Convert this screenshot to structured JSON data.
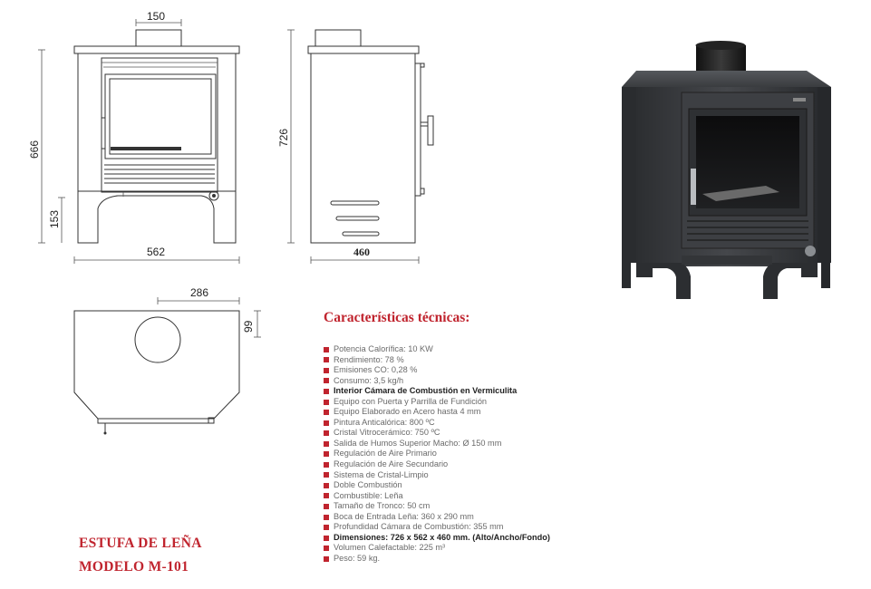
{
  "dimensions": {
    "flue_width": "150",
    "total_height": "666",
    "leg_height": "153",
    "front_width": "562",
    "side_height": "726",
    "side_depth": "460",
    "top_offset": "286",
    "top_depth": "99"
  },
  "specs": {
    "title": "Características técnicas:",
    "items": [
      {
        "text": "Potencia Calorífica: 10 KW",
        "bold": false
      },
      {
        "text": "Rendimiento: 78 %",
        "bold": false
      },
      {
        "text": "Emisiones CO: 0,28 %",
        "bold": false
      },
      {
        "text": "Consumo: 3,5 kg/h",
        "bold": false
      },
      {
        "text": "Interior Cámara de Combustión en Vermiculita",
        "bold": true
      },
      {
        "text": "Equipo con Puerta y Parrilla de Fundición",
        "bold": false
      },
      {
        "text": "Equipo Elaborado en Acero hasta 4 mm",
        "bold": false
      },
      {
        "text": "Pintura Anticalórica: 800 ºC",
        "bold": false
      },
      {
        "text": "Cristal Vitrocerámico: 750 ºC",
        "bold": false
      },
      {
        "text": "Salida de Humos Superior  Macho: Ø 150 mm",
        "bold": false
      },
      {
        "text": "Regulación de Aire Primario",
        "bold": false
      },
      {
        "text": "Regulación  de Aire Secundario",
        "bold": false
      },
      {
        "text": "Sistema de Cristal-Limpio",
        "bold": false
      },
      {
        "text": "Doble Combustión",
        "bold": false
      },
      {
        "text": "Combustible: Leña",
        "bold": false
      },
      {
        "text": "Tamaño de Tronco: 50 cm",
        "bold": false
      },
      {
        "text": "Boca de Entrada Leña: 360 x 290 mm",
        "bold": false
      },
      {
        "text": "Profundidad Cámara de Combustión: 355 mm",
        "bold": false
      },
      {
        "text": "Dimensiones: 726 x 562 x 460 mm. (Alto/Ancho/Fondo)",
        "bold": true
      },
      {
        "text": "Volumen Calefactable: 225 m³",
        "bold": false
      },
      {
        "text": "Peso: 59 kg.",
        "bold": false
      }
    ]
  },
  "model": {
    "name": "ESTUFA DE LEÑA",
    "code": "MODELO M-101"
  },
  "colors": {
    "accent": "#c0242e",
    "stove_body": "#3a3c3f"
  }
}
